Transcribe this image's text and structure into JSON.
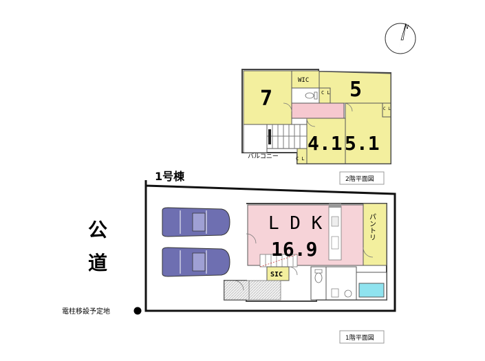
{
  "building_label": "1号棟",
  "road_label_1": "公",
  "road_label_2": "道",
  "pole_label": "電柱移設予定地",
  "compass_letter": "N",
  "floor2": {
    "caption": "2階平面図",
    "room_7": "7",
    "room_5": "5",
    "room_4_1": "4.1",
    "room_5_1": "5.1",
    "wic": "WIC",
    "cl_a": "C L",
    "cl_b": "C L",
    "cl_c": "C L",
    "balcony": "バルコニー"
  },
  "floor1": {
    "caption": "1階平面図",
    "ldk": "L D K",
    "ldk_size": "16.9",
    "pantry": "パントリ",
    "sic": "SIC"
  },
  "colors": {
    "room_yellow": "#f3ef9e",
    "ldk_pink": "#f6d3d8",
    "corridor_pink": "#f6c8cf",
    "bath_blue": "#8fe3ef",
    "car_purple": "#6e6fb1",
    "wall": "#555555",
    "gray_fill": "#dcdcdc"
  }
}
